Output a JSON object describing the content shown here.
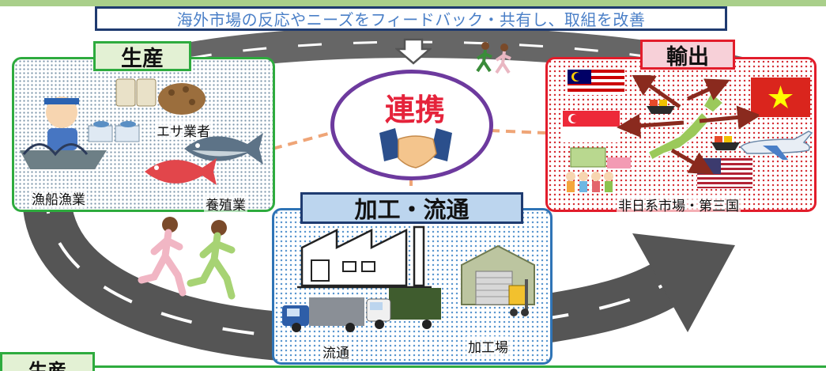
{
  "banner_text": "海外市場の反応やニーズをフィードバック・共有し、取組を改善",
  "center_label": "連携",
  "sections": {
    "production": {
      "title": "生産",
      "labels": {
        "feed": "エサ業者",
        "fishing": "漁船漁業",
        "aquaculture": "養殖業"
      }
    },
    "export": {
      "title": "輸出",
      "labels": {
        "markets": "非日系市場・第三国"
      }
    },
    "processing": {
      "title": "加工・流通",
      "labels": {
        "distribution": "流通",
        "plant": "加工場"
      }
    }
  },
  "bottom_tag": "生産",
  "colors": {
    "production": "#2eab3e",
    "export": "#e21d2b",
    "processing": "#2f74b6",
    "collaboration": "#6d3a9e",
    "banner_text": "#4a7fc7",
    "road": "#555555"
  },
  "icons": [
    "feedback-arrow-icon",
    "runners-icon",
    "handshake-icon",
    "fisherman-icon",
    "feed-bags-icon",
    "tuna-icon",
    "sea-bream-icon",
    "malaysia-flag-icon",
    "vietnam-flag-icon",
    "singapore-flag-icon",
    "usa-flag-icon",
    "japan-map-icon",
    "airplane-icon",
    "cargo-ship-icon",
    "shop-icon",
    "crowd-icon",
    "factory-icon",
    "truck-icon",
    "warehouse-icon",
    "forklift-icon"
  ]
}
